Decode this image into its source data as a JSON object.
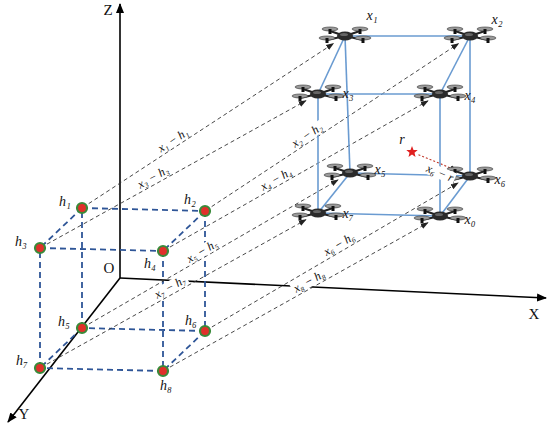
{
  "diagram": {
    "labels": [
      "Z",
      "X",
      "Y",
      "O",
      "h₁",
      "h₂",
      "h₃",
      "h₄",
      "h₅",
      "h₆",
      "h₇",
      "h₈",
      "x₁",
      "x₂",
      "x₃",
      "x₄",
      "x₅",
      "x₆",
      "x₇",
      "x₀",
      "r",
      "x₁ − h₁",
      "x₃ − h₃",
      "x₂ − h₂",
      "x₄ − h₄",
      "x₅ − h₅",
      "x₇ − h₇",
      "x₆ − h₆",
      "x₈ − h₈",
      "x₆ − r"
    ]
  }
}
